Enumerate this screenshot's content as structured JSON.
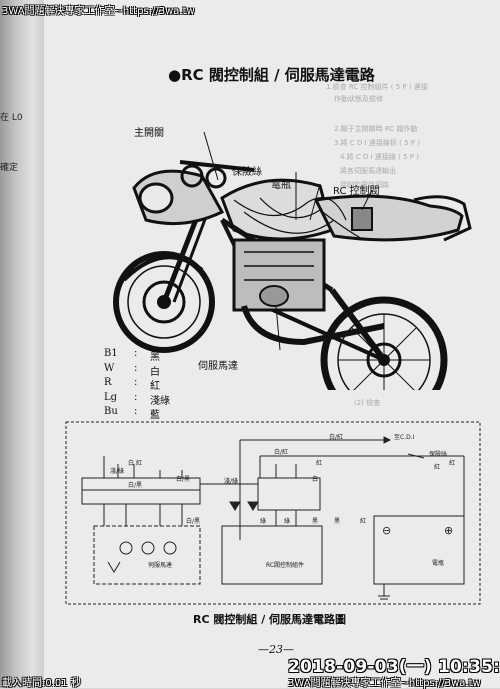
{
  "watermark": {
    "top_left": "3WA問題解決專家工作室~https://3wa.tw",
    "bottom_right": "3WA問題解決專家工作室~https://3wa.tw",
    "load_time": "載入時間:0.01 秒",
    "timestamp": "2018-09-03(一) 10:35:32"
  },
  "spine_notes": [
    "在 L0",
    "確定"
  ],
  "title": "●RC 閥控制組 / 伺服馬達電路",
  "callouts": {
    "main_switch": "主開關",
    "fuse": "保險絲",
    "battery": "電瓶",
    "rc_valve": "RC 控制閥",
    "servo_motor": "伺服馬達"
  },
  "legend": [
    {
      "code": "B1",
      "color": "黑"
    },
    {
      "code": "W",
      "color": "白"
    },
    {
      "code": "R",
      "color": "紅"
    },
    {
      "code": "Lg",
      "color": "淺綠"
    },
    {
      "code": "Bu",
      "color": "藍"
    }
  ],
  "circuit": {
    "wires": [
      "白/紅",
      "白/紅",
      "白/黑",
      "白/黑",
      "淺/綠",
      "淺/綠",
      "白/黑",
      "白",
      "紅",
      "紅",
      "白",
      "綠",
      "綠",
      "黑",
      "黑",
      "紅",
      "紅",
      "紅"
    ],
    "cdi_label": "至C.D.I",
    "fuse_label": "保險絲",
    "servo_box_label": "伺服馬達",
    "control_box_label": "RC閥控制組件",
    "battery_label": "電瓶"
  },
  "caption": "RC 閥控制組 / 伺服馬達電路圖",
  "page_number": "—23—"
}
